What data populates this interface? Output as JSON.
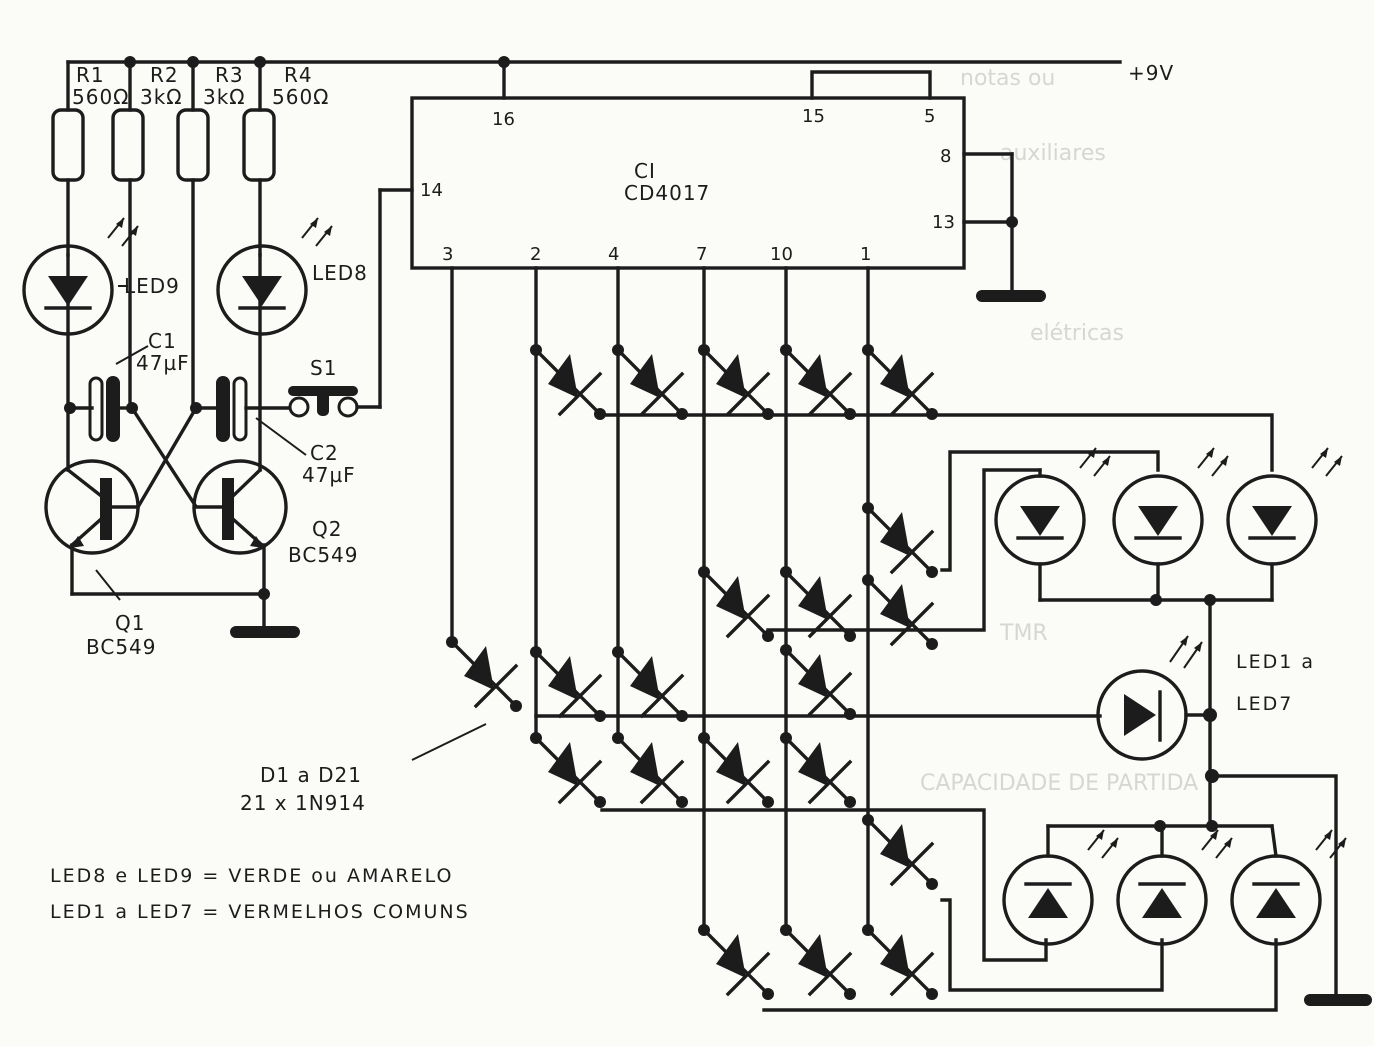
{
  "supply": {
    "label": "+9V"
  },
  "resistors": [
    {
      "ref": "R1",
      "value": "560Ω"
    },
    {
      "ref": "R2",
      "value": "3kΩ"
    },
    {
      "ref": "R3",
      "value": "3kΩ"
    },
    {
      "ref": "R4",
      "value": "560Ω"
    }
  ],
  "leds_top": [
    {
      "ref": "LED9"
    },
    {
      "ref": "LED8"
    }
  ],
  "capacitors": [
    {
      "ref": "C1",
      "value": "47µF"
    },
    {
      "ref": "C2",
      "value": "47µF"
    }
  ],
  "switch": {
    "ref": "S1"
  },
  "transistors": [
    {
      "ref": "Q1",
      "part": "BC549"
    },
    {
      "ref": "Q2",
      "part": "BC549"
    }
  ],
  "ic": {
    "ref": "CI",
    "part": "CD4017",
    "pins": {
      "p16": "16",
      "p15": "15",
      "p5": "5",
      "p8": "8",
      "p13": "13",
      "p14": "14",
      "p3": "3",
      "p2": "2",
      "p4": "4",
      "p7": "7",
      "p10": "10",
      "p1": "1"
    }
  },
  "diodes": {
    "label_line1": "D1 a D21",
    "label_line2": "21 x 1N914"
  },
  "led_group": {
    "label_line1": "LED1 a",
    "label_line2": "LED7"
  },
  "notes": [
    "LED8 e LED9 = VERDE ou AMARELO",
    "LED1 a LED7 = VERMELHOS COMUNS"
  ],
  "colors": {
    "ink": "#1c1c1c",
    "paper": "#fbfbf8",
    "bleed": "#d6d6d2"
  }
}
